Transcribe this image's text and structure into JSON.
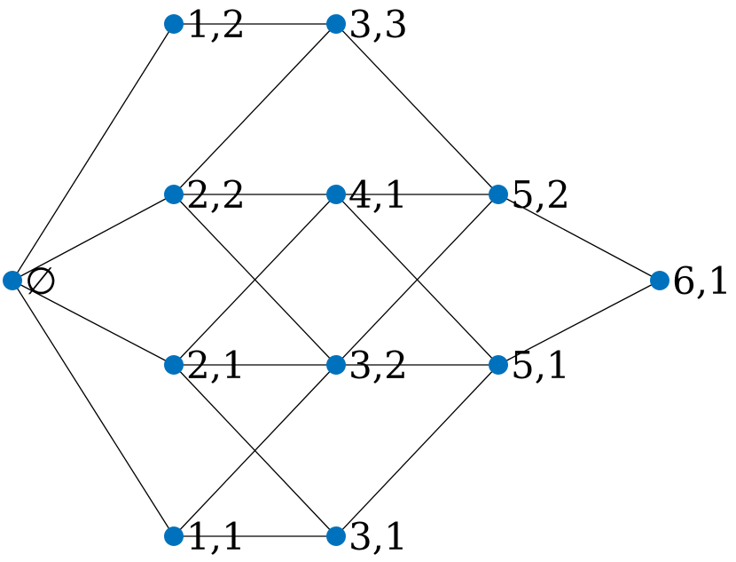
{
  "colors": {
    "node": "#0072bd",
    "edge": "#000000",
    "label": "#000000",
    "background": "#ffffff"
  },
  "nodes": [
    {
      "id": "empty",
      "label": "∅"
    },
    {
      "id": "n12",
      "label": "1,2"
    },
    {
      "id": "n22",
      "label": "2,2"
    },
    {
      "id": "n21",
      "label": "2,1"
    },
    {
      "id": "n11",
      "label": "1,1"
    },
    {
      "id": "n33",
      "label": "3,3"
    },
    {
      "id": "n41",
      "label": "4,1"
    },
    {
      "id": "n32",
      "label": "3,2"
    },
    {
      "id": "n31",
      "label": "3,1"
    },
    {
      "id": "n52",
      "label": "5,2"
    },
    {
      "id": "n51",
      "label": "5,1"
    },
    {
      "id": "n61",
      "label": "6,1"
    }
  ],
  "edges": [
    {
      "from": "empty",
      "to": "n12"
    },
    {
      "from": "empty",
      "to": "n22"
    },
    {
      "from": "empty",
      "to": "n21"
    },
    {
      "from": "empty",
      "to": "n11"
    },
    {
      "from": "n12",
      "to": "n33"
    },
    {
      "from": "n22",
      "to": "n33"
    },
    {
      "from": "n22",
      "to": "n41"
    },
    {
      "from": "n22",
      "to": "n32"
    },
    {
      "from": "n21",
      "to": "n41"
    },
    {
      "from": "n21",
      "to": "n32"
    },
    {
      "from": "n21",
      "to": "n31"
    },
    {
      "from": "n11",
      "to": "n32"
    },
    {
      "from": "n11",
      "to": "n31"
    },
    {
      "from": "n33",
      "to": "n52"
    },
    {
      "from": "n41",
      "to": "n52"
    },
    {
      "from": "n41",
      "to": "n51"
    },
    {
      "from": "n32",
      "to": "n52"
    },
    {
      "from": "n32",
      "to": "n51"
    },
    {
      "from": "n31",
      "to": "n51"
    },
    {
      "from": "n52",
      "to": "n61"
    },
    {
      "from": "n51",
      "to": "n61"
    }
  ]
}
